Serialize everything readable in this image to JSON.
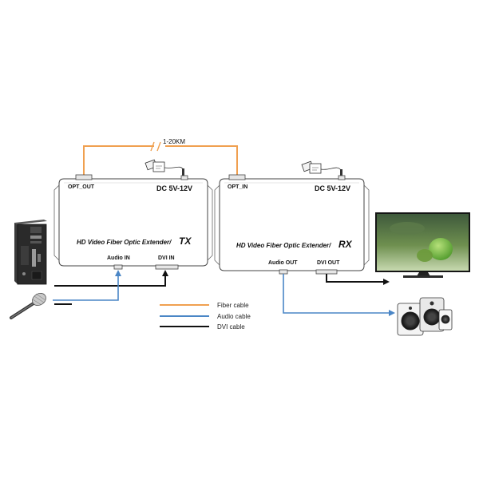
{
  "fiber_distance": "1-20KM",
  "tx": {
    "opt_port": "OPT_OUT",
    "power": "DC 5V-12V",
    "model": "HD Video Fiber Optic Extender/",
    "model_suffix": "TX",
    "audio_port": "Audio IN",
    "video_port": "DVI IN"
  },
  "rx": {
    "opt_port": "OPT_IN",
    "power": "DC 5V-12V",
    "model": "HD Video Fiber Optic Extender/",
    "model_suffix": "RX",
    "audio_port": "Audio OUT",
    "video_port": "DVI OUT"
  },
  "legend": [
    {
      "label": "Fiber cable",
      "color": "#f0a050"
    },
    {
      "label": "Audio cable",
      "color": "#4a86c6"
    },
    {
      "label": "DVI cable",
      "color": "#111111"
    }
  ],
  "colors": {
    "fiber": "#f0a050",
    "audio": "#4a86c6",
    "dvi": "#111111",
    "box_border": "#444444"
  },
  "icons": [
    "pc-tower-icon",
    "microphone-icon",
    "power-adapter-icon",
    "tv-icon",
    "speakers-icon"
  ]
}
